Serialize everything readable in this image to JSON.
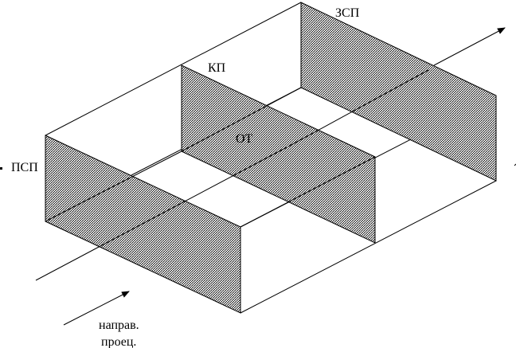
{
  "labels": {
    "back_plane": "ЗСП",
    "cut_plane": "КП",
    "observation": "ОТ",
    "front_plane": "ПСП",
    "direction_line1": "направ.",
    "direction_line2": "проец."
  },
  "colors": {
    "line": "#000000",
    "hatch": "#000000",
    "background": "#ffffff"
  }
}
